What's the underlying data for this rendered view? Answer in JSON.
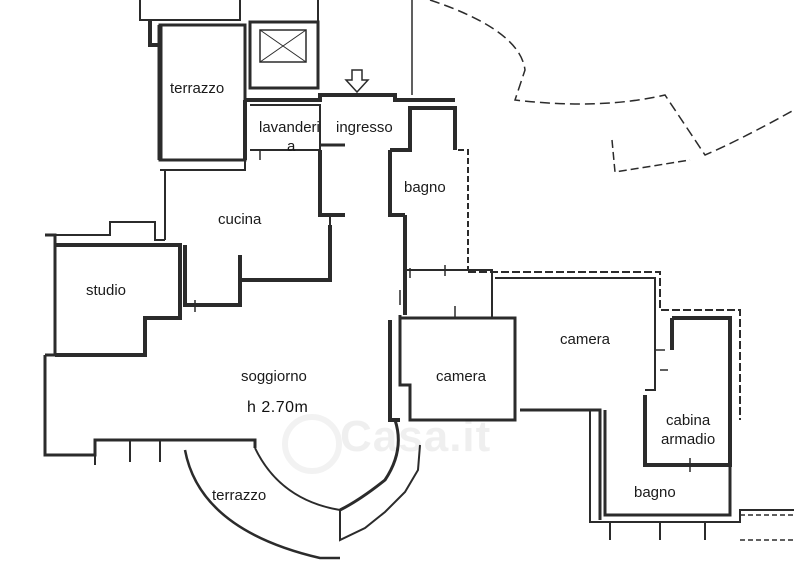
{
  "rooms": {
    "terrazzo_top": "terrazzo",
    "lavanderia_line1": "lavanderi",
    "lavanderia_line2": "a",
    "ingresso": "ingresso",
    "bagno_top": "bagno",
    "cucina": "cucina",
    "studio": "studio",
    "soggiorno": "soggiorno",
    "camera_center": "camera",
    "camera_right": "camera",
    "cabina_line1": "cabina",
    "cabina_line2": "armadio",
    "terrazzo_bottom": "terrazzo",
    "bagno_bottom": "bagno"
  },
  "ceiling_height": "h 2.70m",
  "watermark": "Casa.it"
}
